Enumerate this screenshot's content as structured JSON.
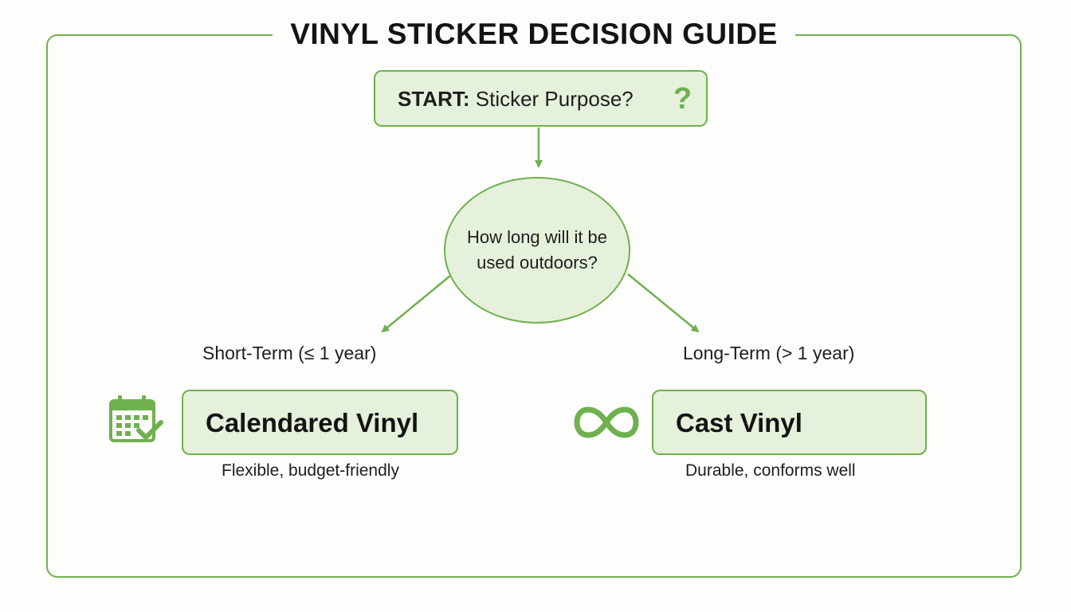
{
  "title": "VINYL STICKER DECISION GUIDE",
  "start": {
    "prefix": "START:",
    "question": "Sticker Purpose?",
    "icon": "question-mark-icon",
    "icon_glyph": "?"
  },
  "decision": {
    "line1": "How long will it be",
    "line2": "used outdoors?"
  },
  "branches": {
    "short": {
      "label": "Short-Term (≤ 1 year)",
      "result": "Calendared Vinyl",
      "description": "Flexible, budget-friendly",
      "icon": "calendar-check-icon"
    },
    "long": {
      "label": "Long-Term (> 1 year)",
      "result": "Cast Vinyl",
      "description": "Durable, conforms well",
      "icon": "infinity-icon"
    }
  },
  "colors": {
    "accent": "#6fb04f",
    "fill": "#e5f1da",
    "text": "#1b1b1b"
  }
}
